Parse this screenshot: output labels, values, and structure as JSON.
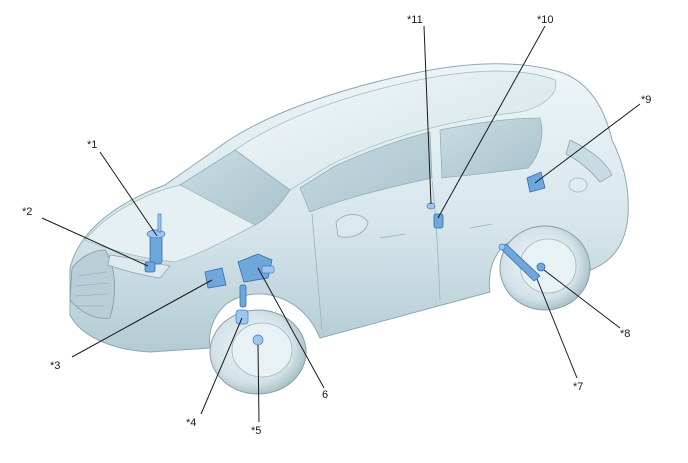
{
  "callouts": [
    {
      "id": "c1",
      "label": "*1"
    },
    {
      "id": "c2",
      "label": "*2"
    },
    {
      "id": "c3",
      "label": "*3"
    },
    {
      "id": "c4",
      "label": "*4"
    },
    {
      "id": "c5",
      "label": "*5"
    },
    {
      "id": "c6",
      "label": "6"
    },
    {
      "id": "c7",
      "label": "*7"
    },
    {
      "id": "c8",
      "label": "*8"
    },
    {
      "id": "c9",
      "label": "*9"
    },
    {
      "id": "c10",
      "label": "*10"
    },
    {
      "id": "c11",
      "label": "*11"
    }
  ],
  "colors": {
    "body_light": "#e3eef2",
    "body_mid": "#c4d8df",
    "body_dark": "#8eaab3",
    "component_highlight": "#6fa6dc"
  }
}
